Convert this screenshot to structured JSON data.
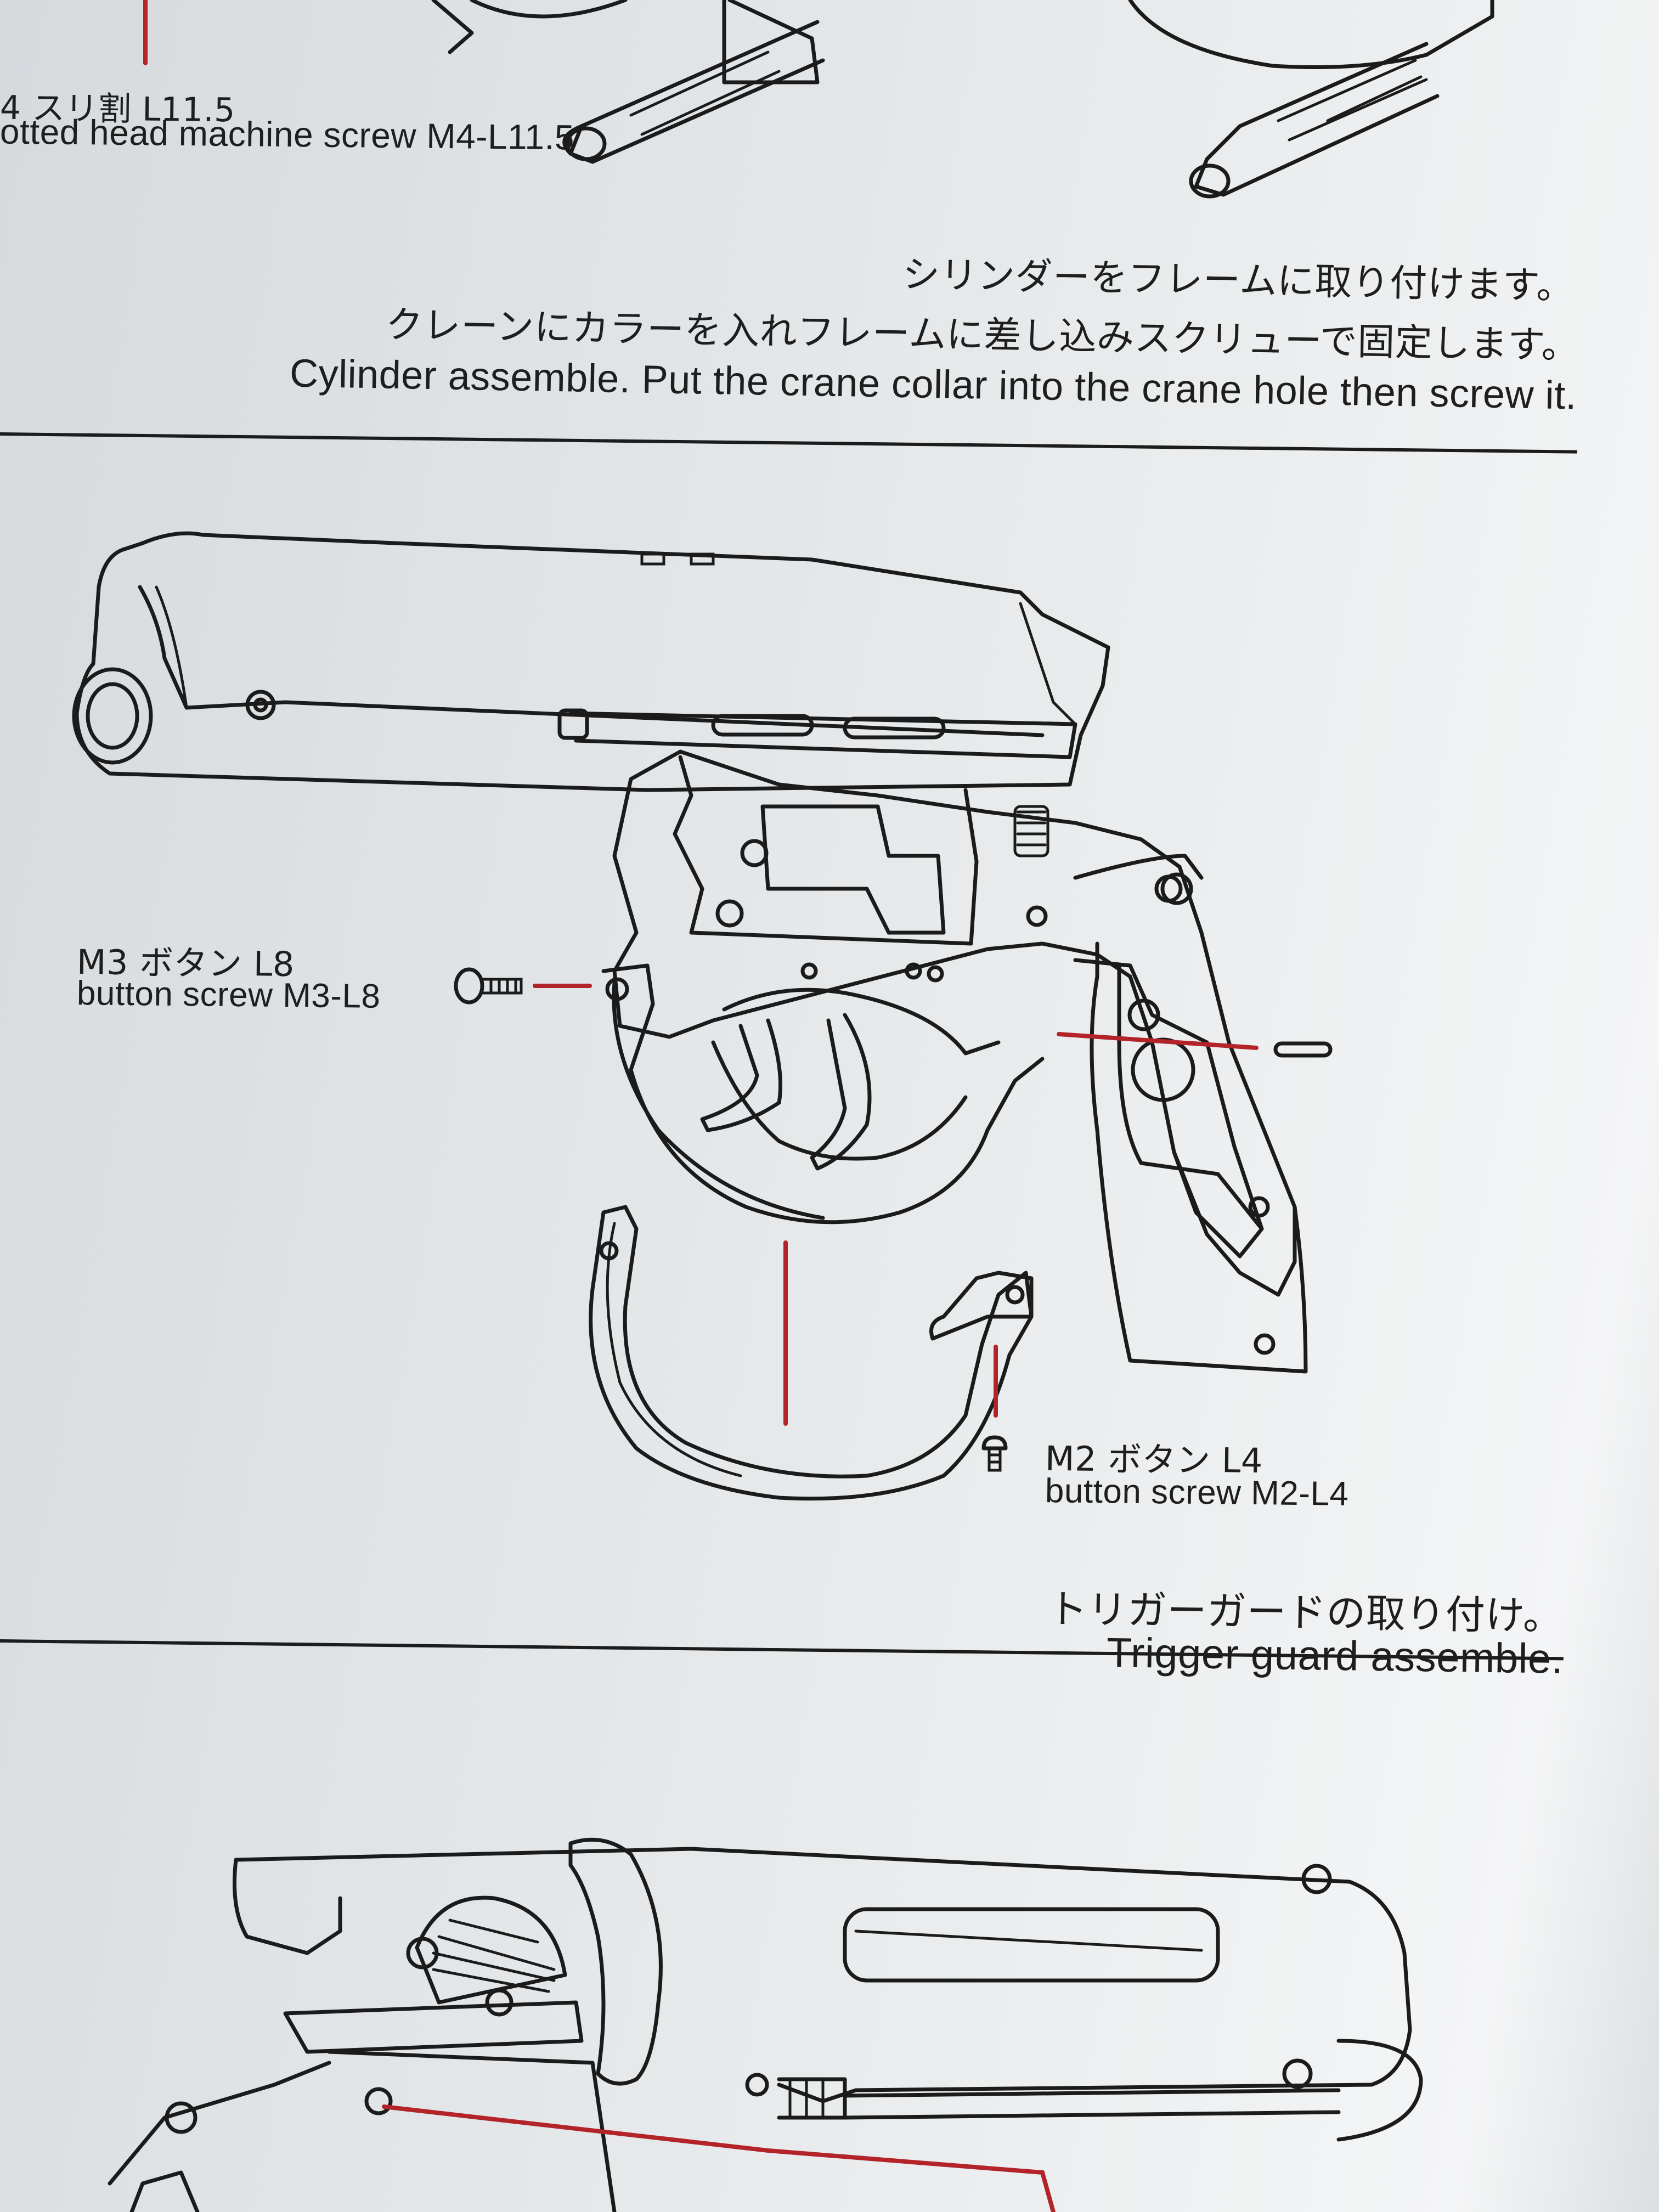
{
  "top_fragment": {
    "jp": "4 スリ割 L11.5",
    "en": "otted head machine screw M4-L11.5"
  },
  "section1": {
    "jp_line1": "シリンダーをフレームに取り付けます。",
    "jp_line2": "クレーンにカラーを入れフレームに差し込みスクリューで固定します。",
    "en": "Cylinder assemble. Put the crane collar into the crane hole then screw it."
  },
  "section2": {
    "screw_left": {
      "jp": "M3 ボタン L8",
      "en": "button screw M3-L8"
    },
    "screw_right": {
      "jp": "M2 ボタン L4",
      "en": "button screw M2-L4"
    },
    "jp_caption": "トリガーガードの取り付け。",
    "en_caption": "Trigger guard assemble."
  },
  "colors": {
    "ink": "#1b1b1b",
    "leader_red": "#b3232a",
    "paper": "#e6e9eb"
  }
}
